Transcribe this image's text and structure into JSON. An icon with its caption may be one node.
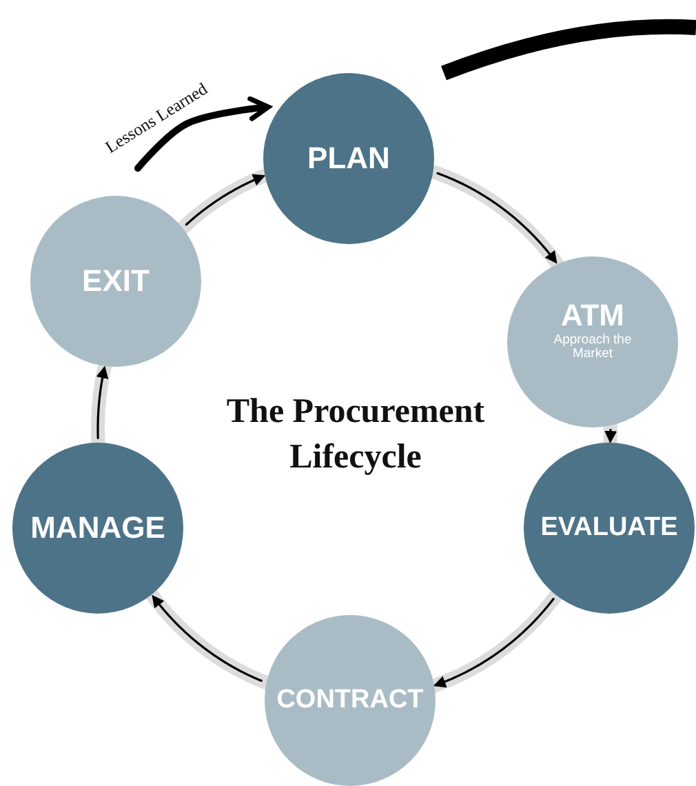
{
  "diagram": {
    "title": "The Procurement Lifecycle",
    "nodes": [
      {
        "text": [
          "PLAN"
        ]
      },
      {
        "text": [
          "ATM",
          "Approach the Market"
        ]
      },
      {
        "text": [
          "EVALUATE"
        ]
      },
      {
        "text": [
          "CONTRACT"
        ]
      },
      {
        "text": [
          "MANAGE"
        ]
      },
      {
        "text": [
          "EXIT"
        ]
      }
    ],
    "edges": [
      {
        "from": 0,
        "to": 1,
        "arrow": "to"
      },
      {
        "from": 1,
        "to": 2,
        "arrow": "to"
      },
      {
        "from": 2,
        "to": 3,
        "arrow": "to"
      },
      {
        "from": 3,
        "to": 4,
        "arrow": "to"
      },
      {
        "from": 4,
        "to": 5,
        "arrow": "to"
      },
      {
        "from": 5,
        "to": 0,
        "arrow": "to"
      },
      {
        "from": null,
        "to": 0,
        "arrow": "to",
        "label": "Lessons Learned",
        "style": "thick"
      }
    ]
  }
}
